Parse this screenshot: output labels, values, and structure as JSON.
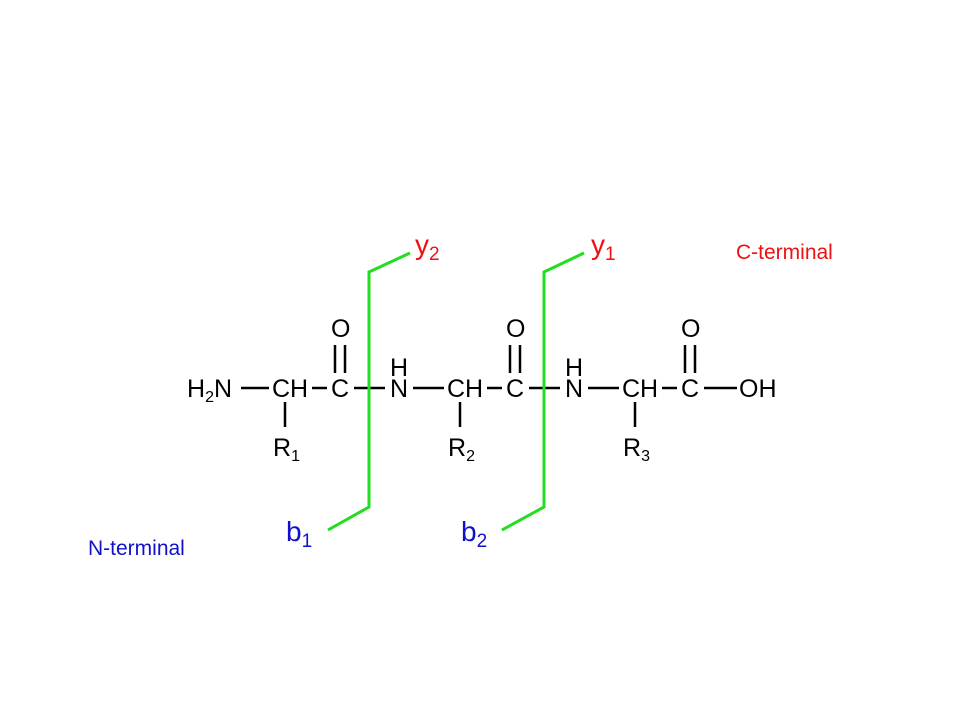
{
  "molecule": {
    "n_terminus": {
      "main": "H",
      "sub": "2",
      "tail": "N"
    },
    "alpha_carbon": "CH",
    "carbonyl_carbon": "C",
    "carbonyl_oxygen": "O",
    "amide_nitrogen": "N",
    "amide_hydrogen": "H",
    "c_terminus": "OH",
    "side_chains": [
      {
        "main": "R",
        "sub": "1"
      },
      {
        "main": "R",
        "sub": "2"
      },
      {
        "main": "R",
        "sub": "3"
      }
    ]
  },
  "fragments": {
    "y_ions": [
      {
        "main": "y",
        "sub": "2"
      },
      {
        "main": "y",
        "sub": "1"
      }
    ],
    "b_ions": [
      {
        "main": "b",
        "sub": "1"
      },
      {
        "main": "b",
        "sub": "2"
      }
    ]
  },
  "terminal_labels": {
    "c_terminal": "C-terminal",
    "n_terminal": "N-terminal"
  },
  "colors": {
    "bond": "#000000",
    "fragment_line": "#22dd22",
    "y_ion": "#ee1111",
    "b_ion": "#1111cc",
    "c_terminal": "#ee1111",
    "n_terminal": "#1111cc"
  }
}
